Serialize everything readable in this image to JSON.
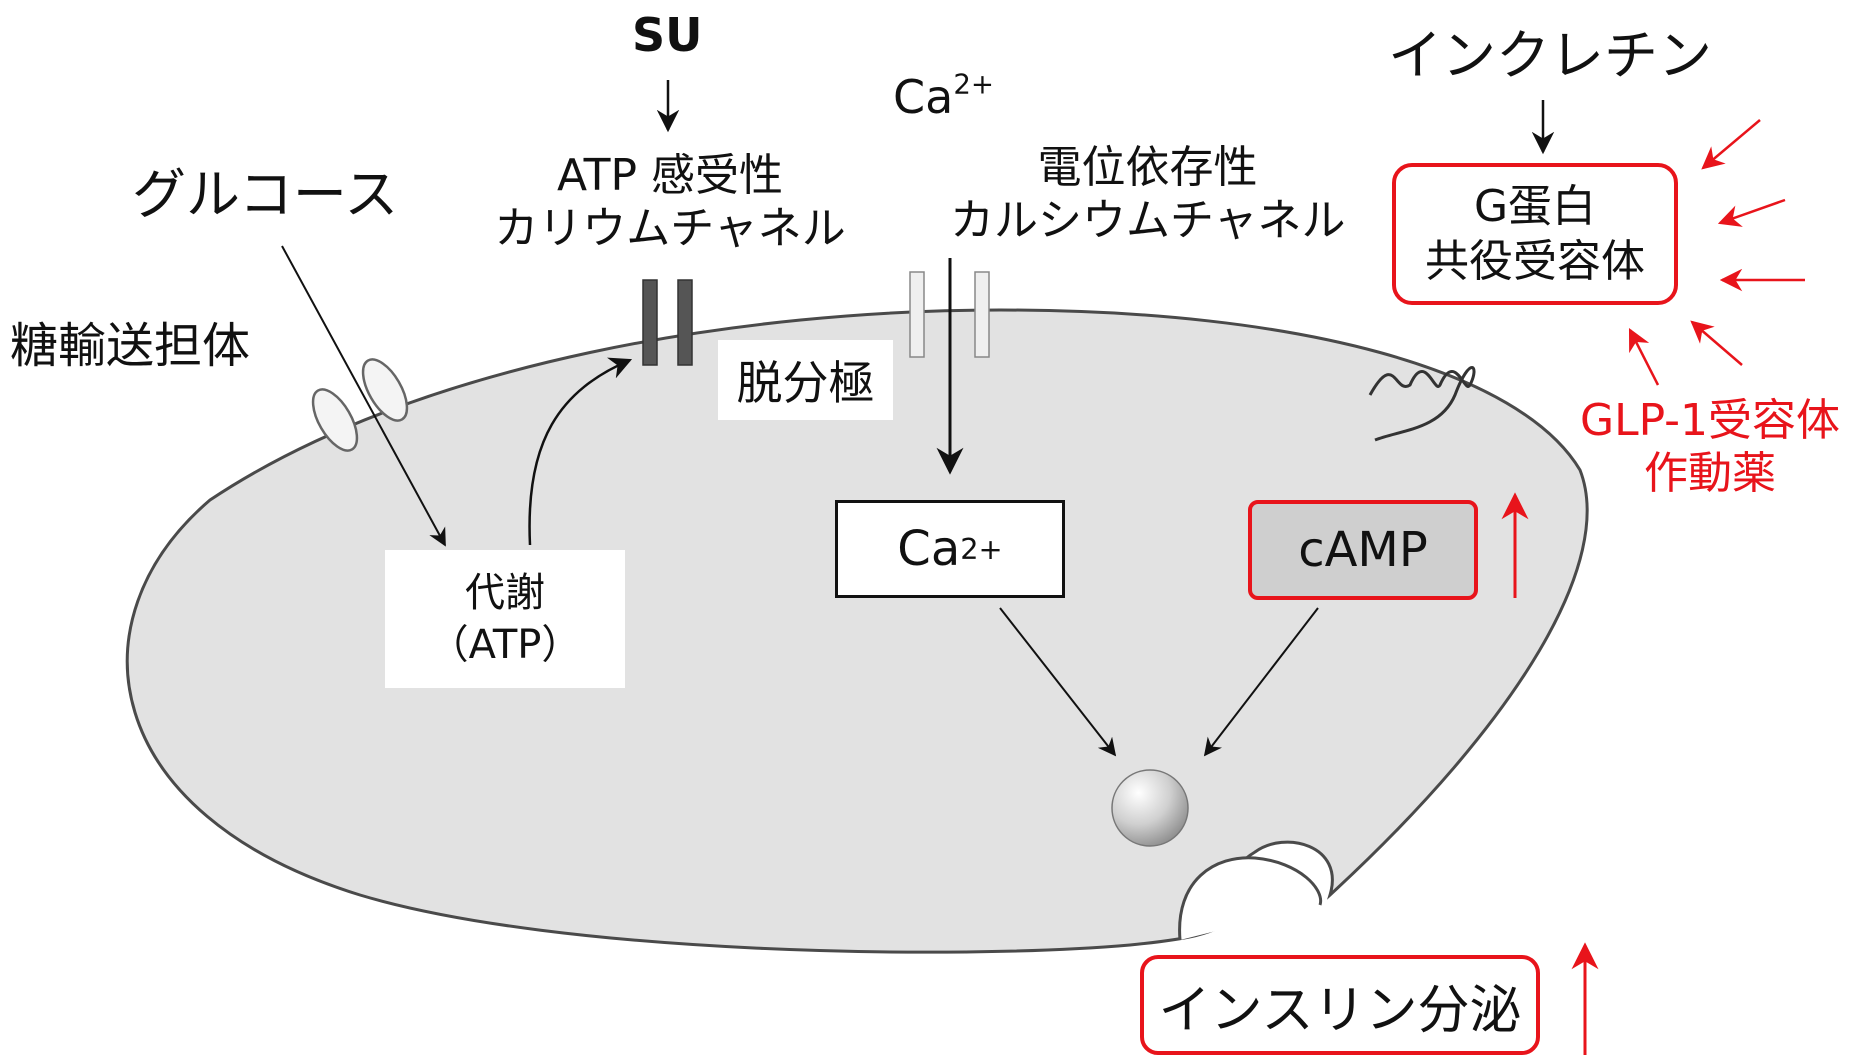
{
  "labels": {
    "su": "SU",
    "incretin": "インクレチン",
    "ca_top": "Ca",
    "ca_top_sup": "2+",
    "atp_channel_line1": "ATP 感受性",
    "atp_channel_line2": "カリウムチャネル",
    "vdcc_line1": "電位依存性",
    "vdcc_line2": "カルシウムチャネル",
    "glucose": "グルコース",
    "glut": "糖輸送担体",
    "depolarization": "脱分極",
    "metabolism_line1": "代謝",
    "metabolism_line2": "（ATP）",
    "ca_box": "Ca",
    "ca_box_sup": "2+",
    "camp_box": "cAMP",
    "gprotein_line1": "G蛋白",
    "gprotein_line2": "共役受容体",
    "glp1_line1": "GLP-1受容体",
    "glp1_line2": "作動薬",
    "insulin_secretion": "インスリン分泌"
  },
  "colors": {
    "highlight_red": "#e8141b",
    "cell_fill": "#e2e2e2",
    "camp_fill": "#cfcfcf"
  },
  "icons": [
    "down-arrow-icon",
    "up-arrow-icon",
    "curved-arrow-icon",
    "transporter-icon",
    "channel-icon",
    "receptor-coil-icon",
    "insulin-granule-icon"
  ]
}
